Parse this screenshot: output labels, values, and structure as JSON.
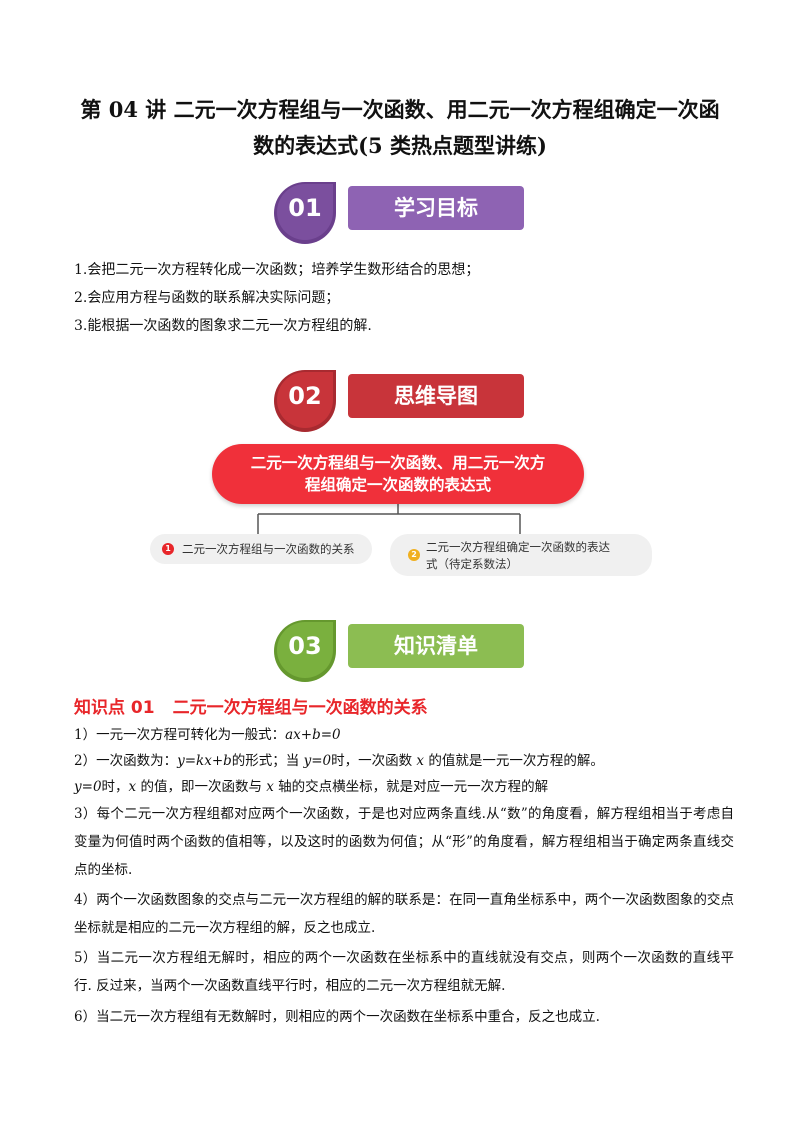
{
  "doc_title": {
    "line1": "第 04 讲  二元一次方程组与一次函数、用二元一次方程组确定一次函",
    "line2": "数的表达式(5 类热点题型讲练)"
  },
  "sections": [
    {
      "num": "01",
      "label": "学习目标",
      "color": "#7b4f9e",
      "label_color": "#8e63b3"
    },
    {
      "num": "02",
      "label": "思维导图",
      "color": "#c8343a",
      "label_color": "#c8343a"
    },
    {
      "num": "03",
      "label": "知识清单",
      "color": "#7ab03e",
      "label_color": "#8cbd52"
    }
  ],
  "goals": [
    "1.会把二元一次方程转化成一次函数；培养学生数形结合的思想；",
    "2.会应用方程与函数的联系解决实际问题；",
    "3.能根据一次函数的图象求二元一次方程组的解."
  ],
  "mindmap": {
    "root_line1": "二元一次方程组与一次函数、用二元一次方",
    "root_line2": "程组确定一次函数的表达式",
    "node1": {
      "num": "1",
      "text": "二元一次方程组与一次函数的关系"
    },
    "node2": {
      "num": "2",
      "text_line1": "二元一次方程组确定一次函数的表达",
      "text_line2": "式（待定系数法）"
    }
  },
  "knowledge_point": {
    "label": "知识点 01",
    "title": "二元一次方程组与一次函数的关系"
  },
  "items": {
    "p1": "1）一元一次方程可转化为一般式：",
    "p1_formula": "ax+b=0",
    "p2_a": "2）一次函数为：",
    "p2_b": "y=kx+b",
    "p2_c": "的形式；当 ",
    "p2_d": "y=0",
    "p2_e": "时，一次函数 ",
    "p2_f": "x",
    "p2_g": " 的值就是一元一次方程的解。",
    "p2b_a": "y=0",
    "p2b_b": "时，",
    "p2b_c": "x",
    "p2b_d": " 的值，即一次函数与 ",
    "p2b_e": "x",
    "p2b_f": " 轴的交点横坐标，就是对应一元一次方程的解",
    "p3": "3）每个二元一次方程组都对应两个一次函数，于是也对应两条直线.从“数”的角度看，解方程组相当于考虑自变量为何值时两个函数的值相等，以及这时的函数为何值；从“形”的角度看，解方程组相当于确定两条直线交点的坐标.",
    "p4": "4）两个一次函数图象的交点与二元一次方程组的解的联系是：在同一直角坐标系中，两个一次函数图象的交点坐标就是相应的二元一次方程组的解，反之也成立.",
    "p5": "5）当二元一次方程组无解时，相应的两个一次函数在坐标系中的直线就没有交点，则两个一次函数的直线平行. 反过来，当两个一次函数直线平行时，相应的二元一次方程组就无解.",
    "p6": "6）当二元一次方程组有无数解时，则相应的两个一次函数在坐标系中重合，反之也成立."
  }
}
